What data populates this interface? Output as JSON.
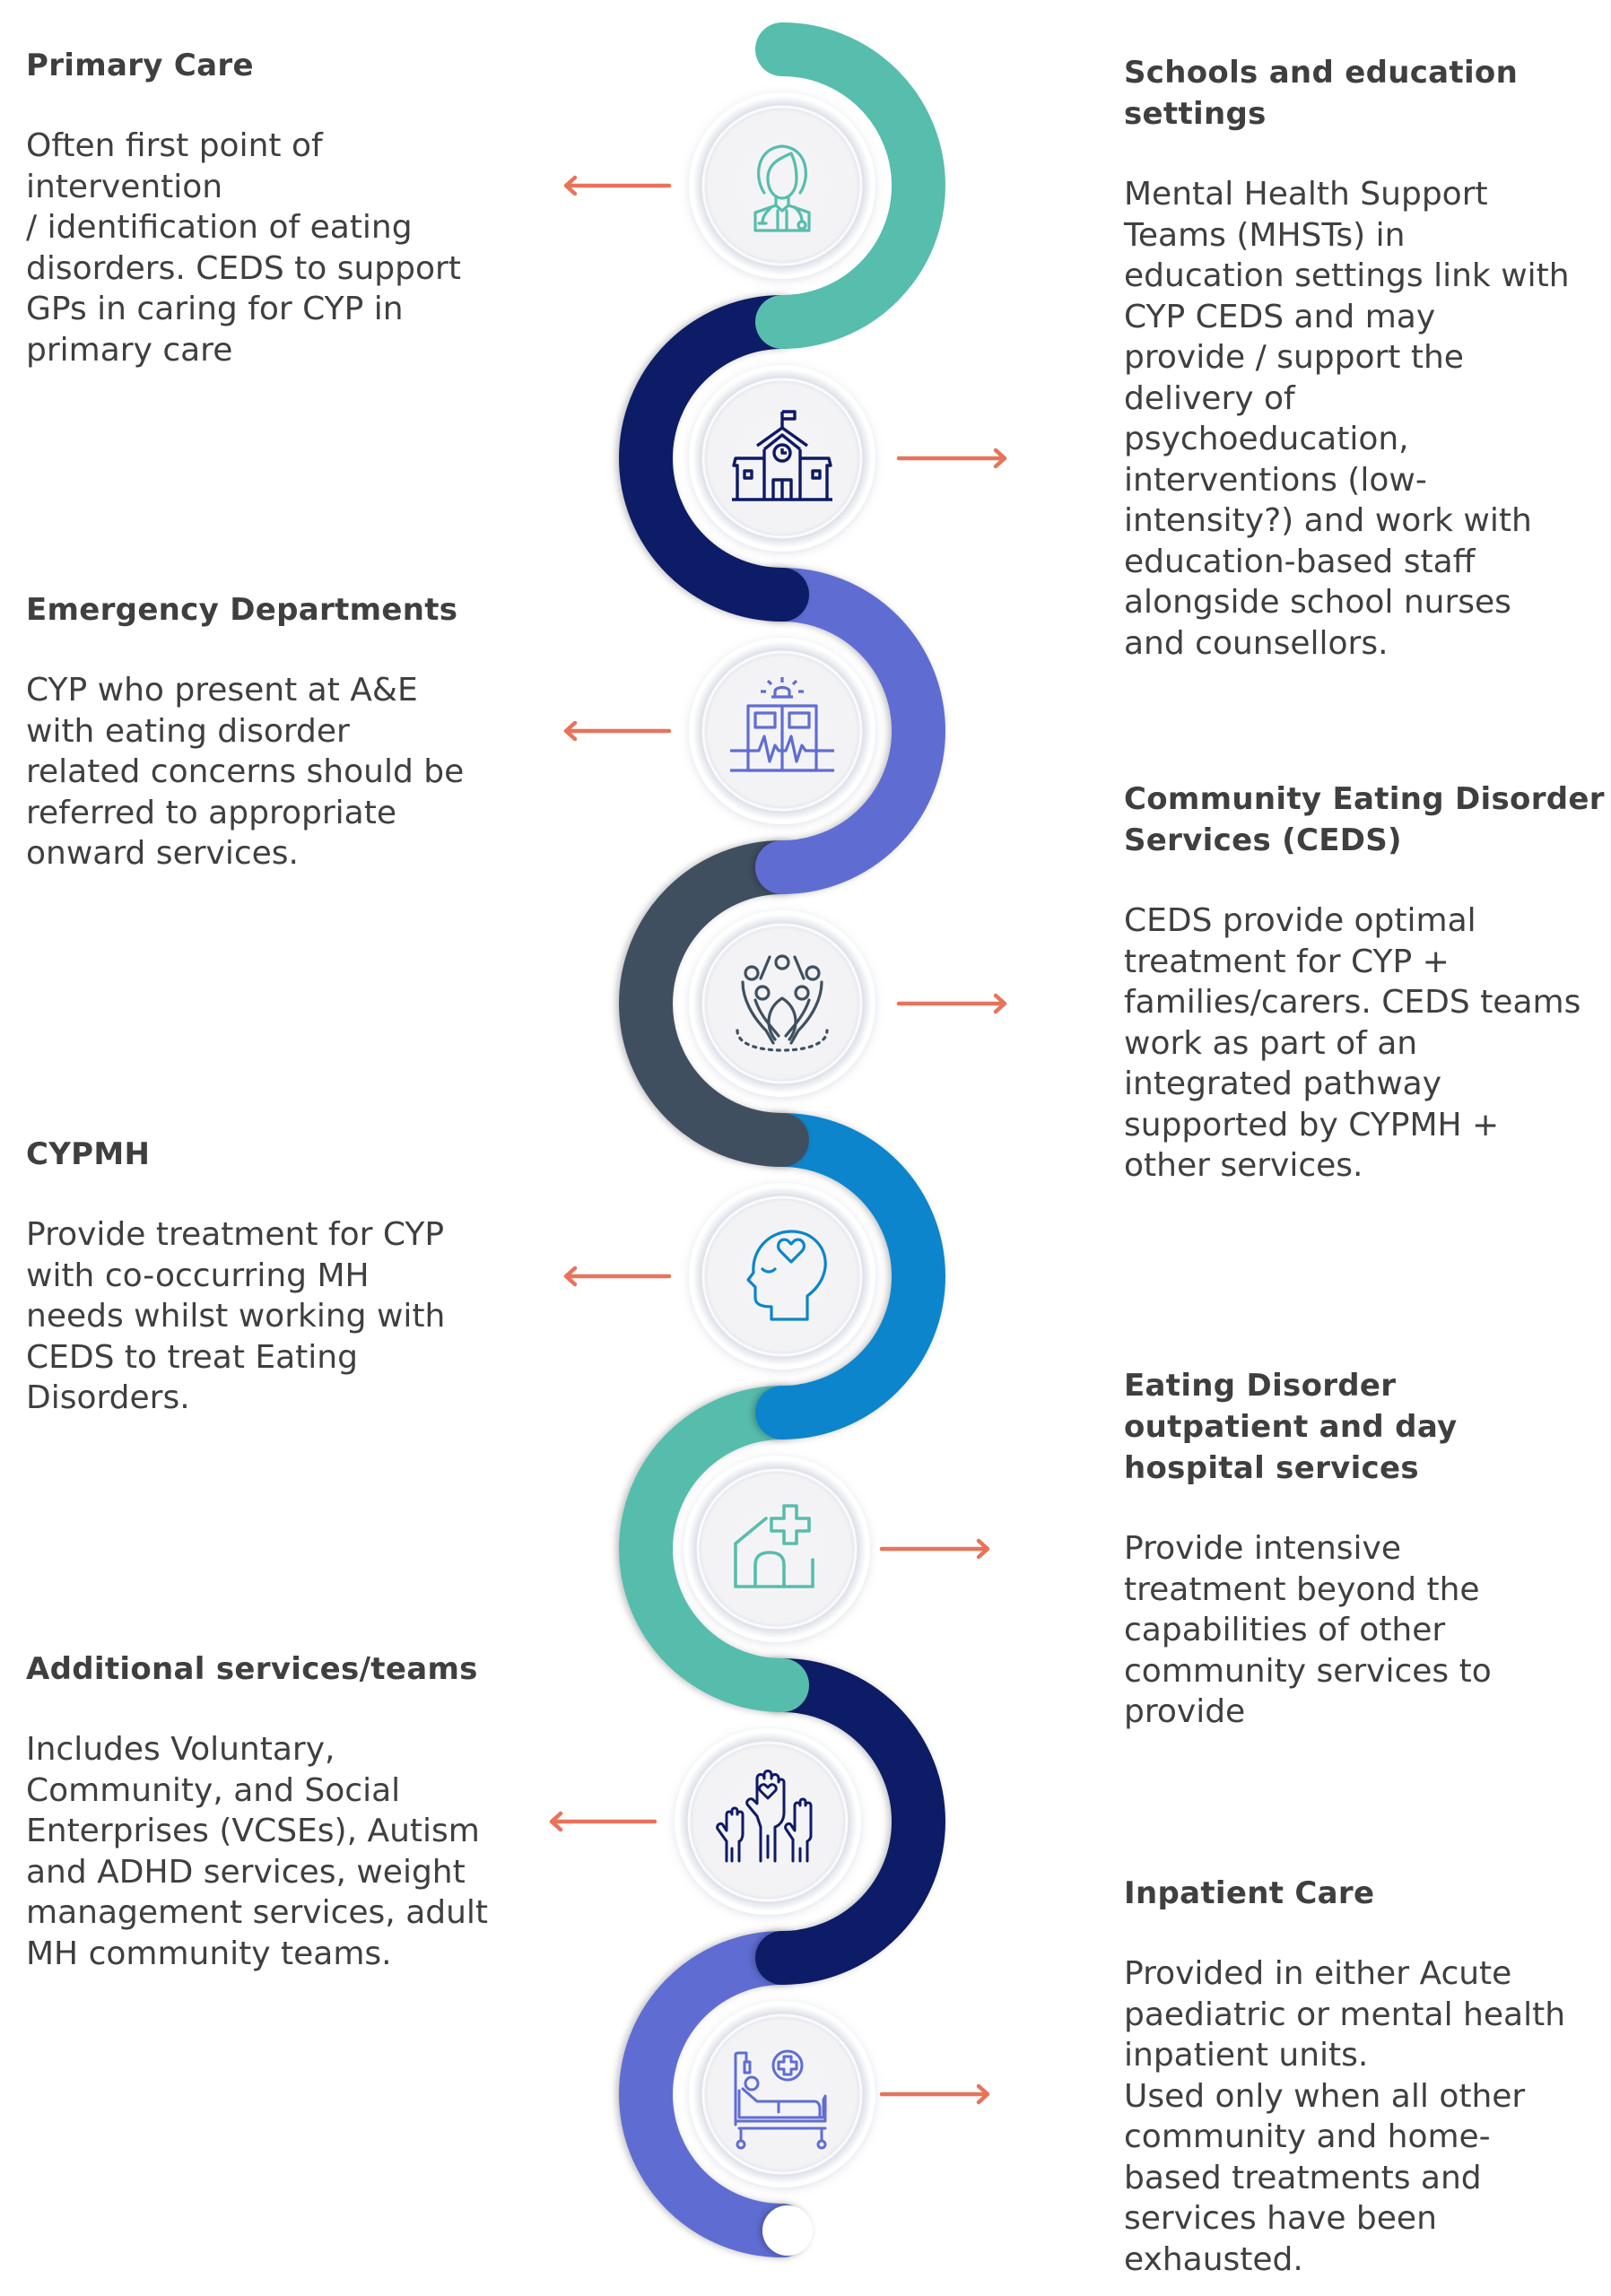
{
  "diagram": {
    "colors": {
      "teal": "#57bdad",
      "navy": "#0e1a66",
      "lavender": "#5f6dd3",
      "slate": "#3f5060",
      "blue": "#0c85cc",
      "arrow": "#e8735b",
      "text": "#3f3f3f",
      "disc": "#f4f4f6"
    },
    "nodes": [
      {
        "icon": "doctor-icon",
        "side": "left",
        "color": "teal",
        "title": "Primary Care",
        "body": "Often first point of intervention\n/ identification of eating\ndisorders. CEDS to support\nGPs in caring for CYP in\nprimary care"
      },
      {
        "icon": "school-icon",
        "side": "right",
        "color": "navy",
        "title": "Schools and education\nsettings",
        "body": "Mental Health Support\nTeams (MHSTs) in\neducation settings link with\nCYP CEDS and may\nprovide / support the\ndelivery of\npsychoeducation,\ninterventions (low-\nintensity?) and work with\neducation-based staff\nalongside school nurses\nand counsellors."
      },
      {
        "icon": "emergency-department-icon",
        "side": "left",
        "color": "lavender",
        "title": "Emergency Departments",
        "body": "CYP who present at A&E\nwith eating disorder\nrelated concerns should be\nreferred to appropriate\nonward services."
      },
      {
        "icon": "community-group-icon",
        "side": "right",
        "color": "slate",
        "title": "Community Eating Disorder\nServices (CEDS)",
        "body": "CEDS provide optimal\ntreatment for CYP +\nfamilies/carers. CEDS teams\nwork as part of an\nintegrated pathway\nsupported by CYPMH +\nother services."
      },
      {
        "icon": "mental-health-head-icon",
        "side": "left",
        "color": "blue",
        "title": "CYPMH",
        "body": "Provide treatment for CYP\nwith co-occurring MH\nneeds whilst working with\nCEDS to treat Eating\nDisorders."
      },
      {
        "icon": "home-care-icon",
        "side": "right",
        "color": "teal",
        "title": "Eating Disorder\noutpatient and day\nhospital services",
        "body": "Provide intensive\ntreatment beyond the\ncapabilities of other\ncommunity services to\nprovide"
      },
      {
        "icon": "raised-hands-icon",
        "side": "left",
        "color": "navy",
        "title": "Additional services/teams",
        "body": "Includes Voluntary,\nCommunity, and Social\nEnterprises (VCSEs), Autism\nand ADHD services, weight\nmanagement services, adult\nMH community teams."
      },
      {
        "icon": "hospital-bed-icon",
        "side": "right",
        "color": "lavender",
        "title": "Inpatient Care",
        "body": "Provided in either Acute\npaediatric or mental health\ninpatient units.\nUsed only when all other\ncommunity and home-\nbased treatments and\nservices have been\nexhausted."
      }
    ]
  }
}
